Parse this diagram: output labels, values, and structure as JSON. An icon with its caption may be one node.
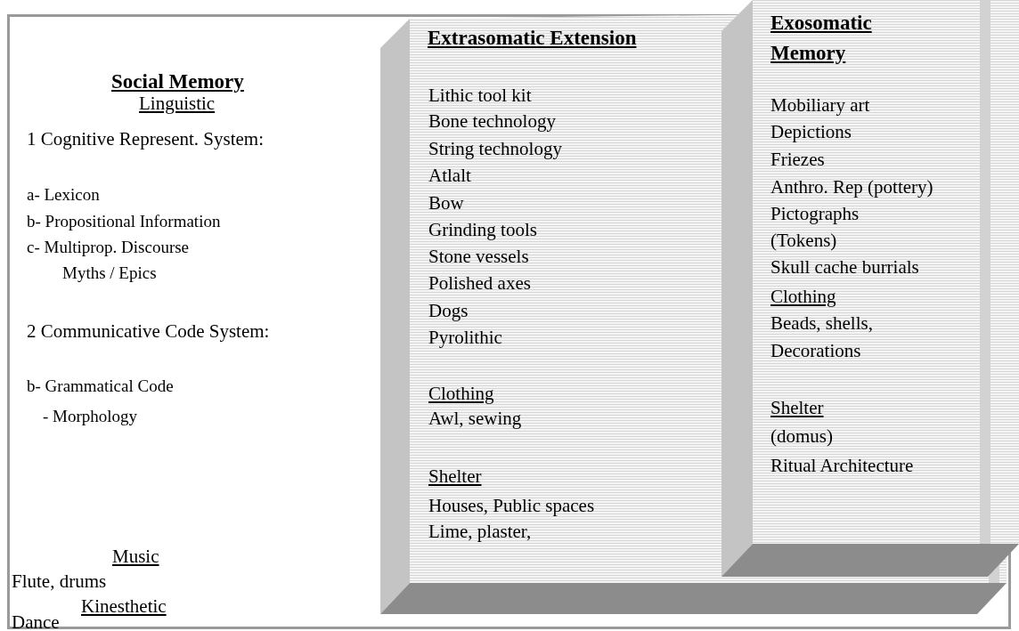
{
  "diagram": {
    "nodes": [
      {
        "text": [
          "Social Memory",
          "Linguistic",
          "1 Cognitive Represent. System:",
          "a- Lexicon",
          "b- Propositional Information",
          "c- Multiprop. Discourse",
          "Myths / Epics",
          "2 Communicative Code System:",
          "b- Grammatical Code",
          "- Morphology",
          "Music",
          "Flute, drums",
          "Kinesthetic",
          "Dance"
        ]
      },
      {
        "text": [
          "Extrasomatic Extension",
          "Lithic tool kit",
          "Bone technology",
          "String technology",
          "Atlalt",
          "Bow",
          "Grinding tools",
          "Stone vessels",
          "Polished axes",
          "Dogs",
          "Pyrolithic",
          "Clothing",
          "Awl, sewing",
          "Shelter",
          "Houses, Public spaces",
          "Lime, plaster,"
        ]
      },
      {
        "text": [
          "Exosomatic Memory",
          "Mobiliary art",
          "Depictions",
          "Friezes",
          "Anthro. Rep (pottery)",
          "Pictographs",
          "(Tokens)",
          "Skull cache burrials",
          "Clothing",
          "Beads, shells,",
          "Decorations",
          "Shelter",
          "(domus)",
          "Ritual Architecture"
        ]
      }
    ]
  }
}
